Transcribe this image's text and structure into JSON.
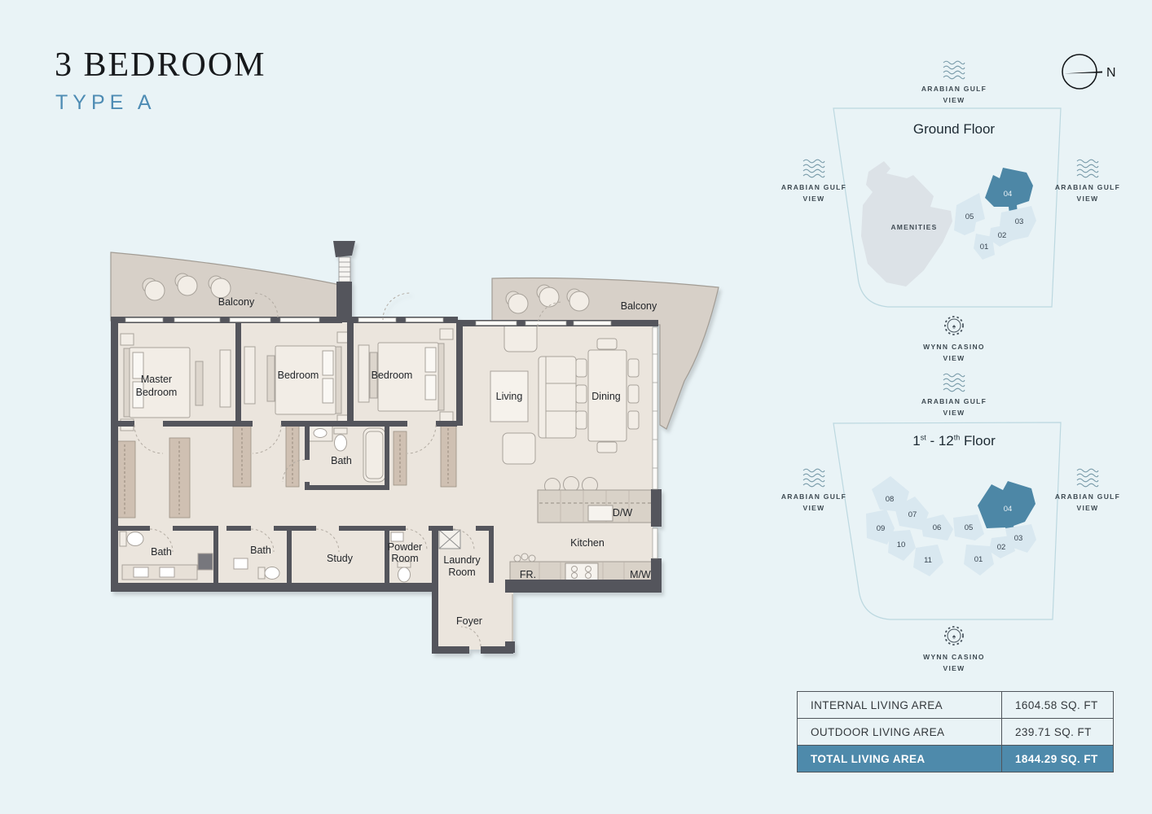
{
  "header": {
    "title": "3 BEDROOM",
    "subtitle": "TYPE A"
  },
  "compass": {
    "north": "N"
  },
  "views": {
    "gulf": {
      "line1": "ARABIAN GULF",
      "line2": "VIEW"
    },
    "casino": {
      "line1": "WYNN CASINO",
      "line2": "VIEW"
    }
  },
  "ground_floor": {
    "title": "Ground Floor",
    "amenities_label": "AMENITIES",
    "highlighted_unit": "04",
    "units": [
      "05",
      "04",
      "03",
      "02",
      "01"
    ]
  },
  "upper_floor": {
    "title_parts": {
      "p1": "1",
      "sup1": "st",
      "p2": " - 12",
      "sup2": "th",
      "p3": " Floor"
    },
    "highlighted_unit": "04",
    "units": [
      "08",
      "07",
      "06",
      "05",
      "04",
      "03",
      "02",
      "01",
      "09",
      "10",
      "11"
    ]
  },
  "rooms": {
    "balcony_left": "Balcony",
    "balcony_right": "Balcony",
    "master_line1": "Master",
    "master_line2": "Bedroom",
    "bedroom_2": "Bedroom",
    "bedroom_3": "Bedroom",
    "living": "Living",
    "dining": "Dining",
    "bath_master": "Bath",
    "bath_1": "Bath",
    "bath_2": "Bath",
    "study": "Study",
    "powder_line1": "Powder",
    "powder_line2": "Room",
    "laundry_line1": "Laundry",
    "laundry_line2": "Room",
    "kitchen": "Kitchen",
    "dish_washer": "D/W",
    "fridge": "FR.",
    "microwave": "M/W",
    "foyer": "Foyer"
  },
  "area_table": {
    "rows": [
      {
        "label": "INTERNAL LIVING AREA",
        "value": "1604.58 SQ. FT"
      },
      {
        "label": "OUTDOOR LIVING AREA",
        "value": "239.71 SQ. FT"
      },
      {
        "label": "TOTAL LIVING AREA",
        "value": "1844.29 SQ. FT"
      }
    ]
  },
  "colors": {
    "accent_blue": "#4d87a6",
    "unit_light": "#d9e8f0",
    "amenities_gray": "#dce2e7",
    "total_row_bg": "#4e8aab",
    "subtitle_blue": "#4e8cb4",
    "wall_dark": "#54555c"
  }
}
